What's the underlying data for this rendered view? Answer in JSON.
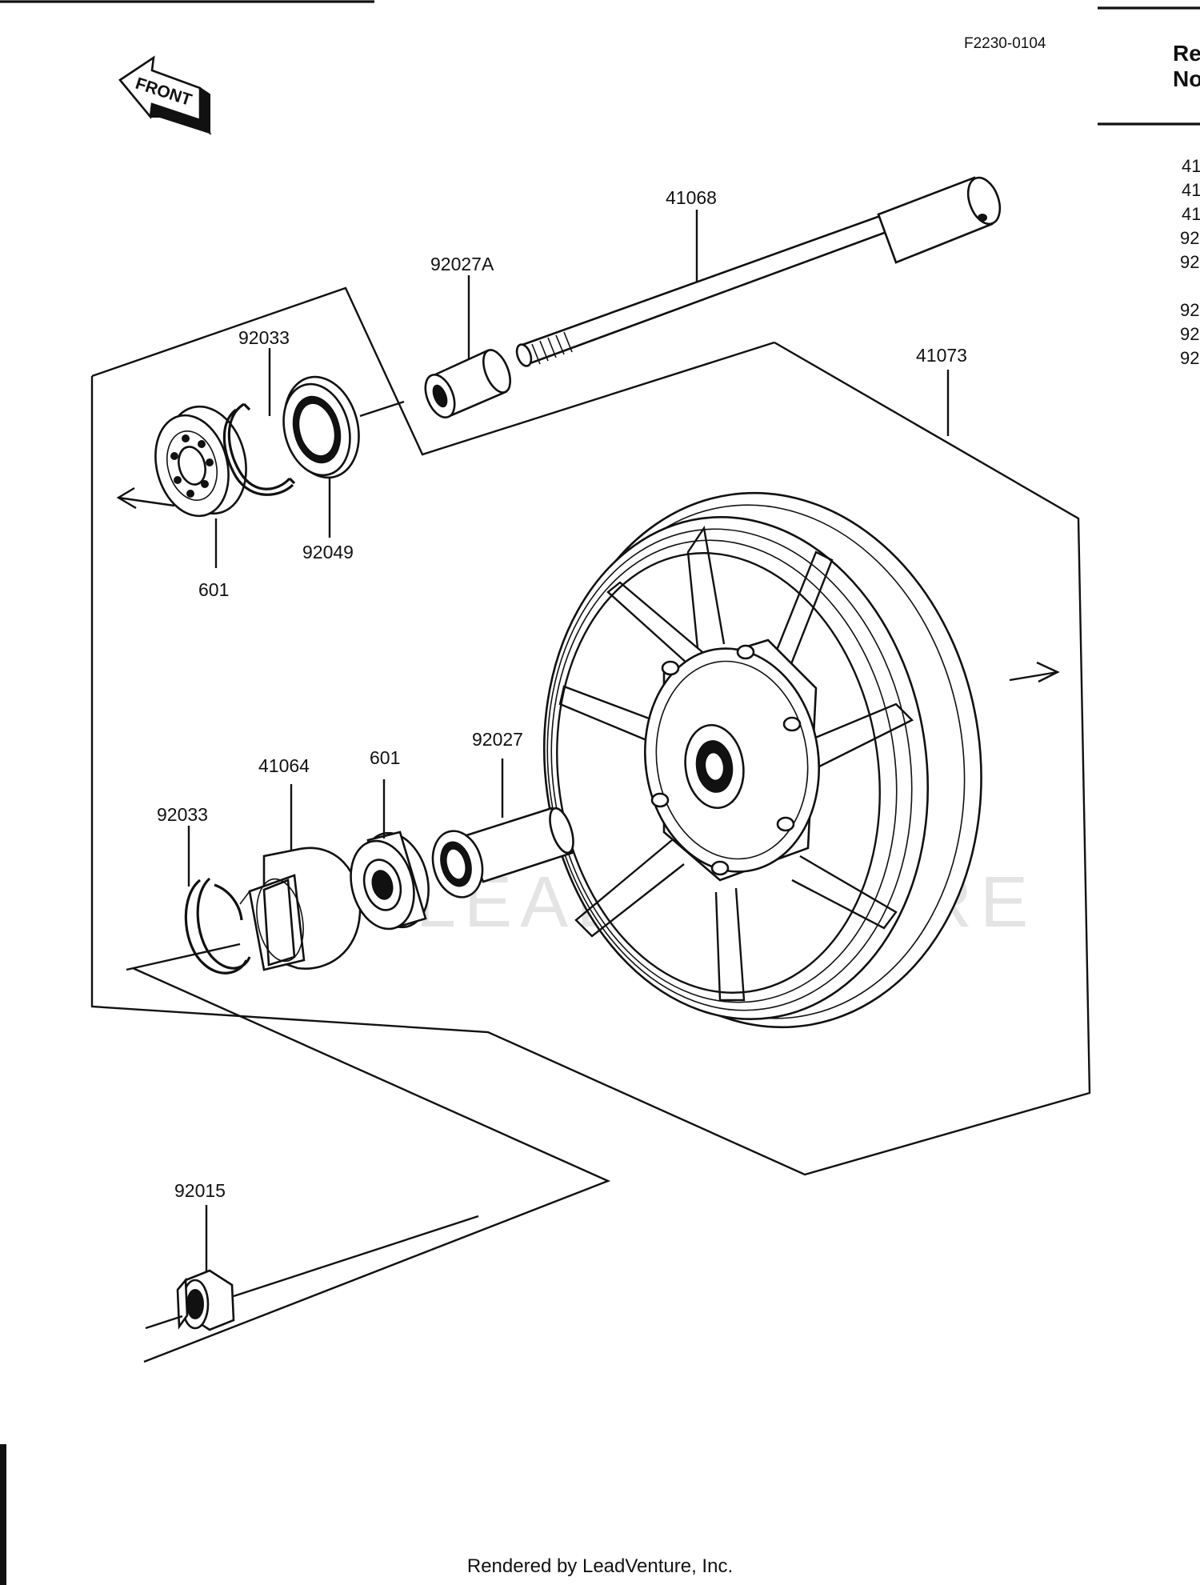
{
  "figure_code": "F2230-0104",
  "front_label": "FRONT",
  "side_header": {
    "line1": "Re",
    "line2": "No"
  },
  "side_refs": [
    "41",
    "41",
    "41",
    "92",
    "92",
    "92",
    "92",
    "92"
  ],
  "watermark": "LEADVENTURE",
  "callouts": {
    "axle": "41068",
    "collar_a": "92027A",
    "circlip_upper": "92033",
    "oil_seal": "92049",
    "bearing_upper": "601",
    "wheel": "41073",
    "coupling": "41064",
    "bearing_lower": "601",
    "collar": "92027",
    "circlip_lower": "92033",
    "nut": "92015"
  },
  "footer": "Rendered by LeadVenture, Inc.",
  "colors": {
    "ink": "#111111",
    "paper": "#ffffff",
    "watermark": "#e4e4e4"
  }
}
